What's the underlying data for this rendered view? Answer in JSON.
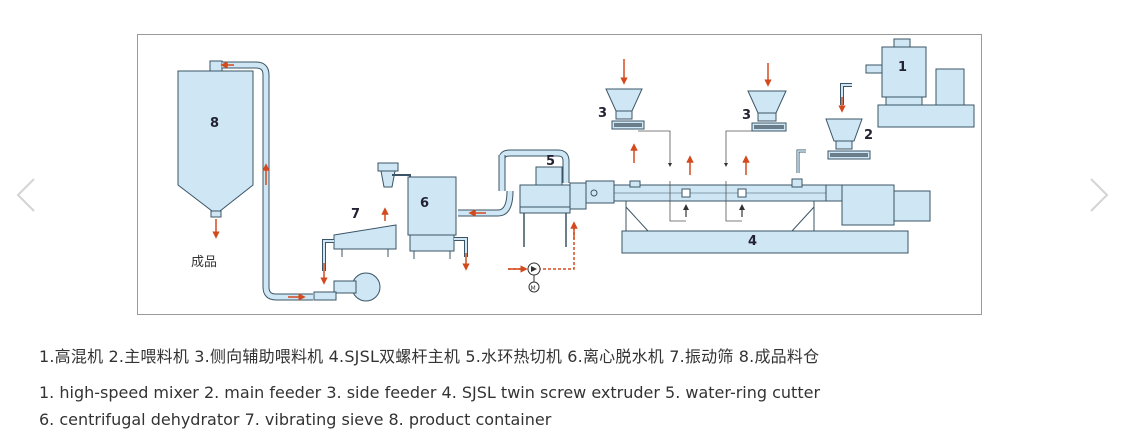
{
  "diagram": {
    "labels": {
      "mixer": "1",
      "main_feeder": "2",
      "side_feeder_a": "3",
      "side_feeder_b": "3",
      "extruder": "4",
      "cutter": "5",
      "dehydrator": "6",
      "sieve": "7",
      "container": "8",
      "motor": "M",
      "product_outlet": "成品"
    },
    "colors": {
      "fill": "#cfe6f4",
      "stroke": "#3b5566",
      "arrow": "#d24a1e",
      "frame": "#9a9a9a"
    }
  },
  "captions": {
    "zh": "1.高混机 2.主喂料机 3.侧向辅助喂料机 4.SJSL双螺杆主机 5.水环热切机 6.离心脱水机 7.振动筛 8.成品料仓",
    "en_line1": "1. high-speed mixer  2. main feeder  3. side feeder  4. SJSL twin screw extruder  5. water-ring cutter",
    "en_line2": "6. centrifugal dehydrator  7. vibrating sieve 8. product container"
  }
}
